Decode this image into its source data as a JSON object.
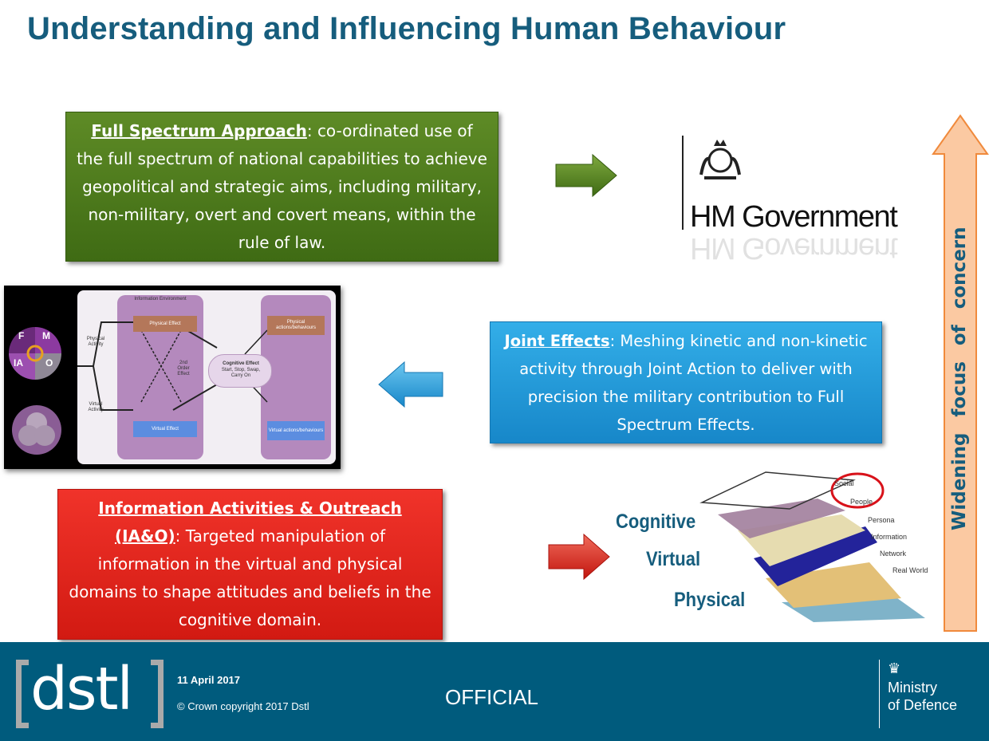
{
  "title": "Understanding and Influencing Human Behaviour",
  "full_spectrum": {
    "heading": "Full Spectrum Approach",
    "body": ": co-ordinated use of the full spectrum of national capabilities to achieve geopolitical and strategic aims, including military, non-military, overt and covert means, within the rule of law."
  },
  "joint_effects": {
    "heading": "Joint Effects",
    "body": ": Meshing  kinetic and non-kinetic activity through Joint Action to deliver with precision the military contribution to  Full Spectrum Effects."
  },
  "ia_o": {
    "heading": "Information Activities & Outreach (IA&O)",
    "body": ": Targeted manipulation of information in the virtual and physical domains to shape attitudes and beliefs in the cognitive domain."
  },
  "hm_government": "HM Government",
  "vertical_label": "Widening focus of concern",
  "diagram": {
    "quadrants": [
      "F",
      "M",
      "IA",
      "O"
    ],
    "environment": "Information Environment",
    "physical_activity": "Physical Activity",
    "virtual_activity": "Virtual Activity",
    "physical_effect": "Physical Effect",
    "virtual_effect": "Virtual Effect",
    "second_order": "2nd Order Effect",
    "cognitive_effect": "Cognitive Effect",
    "cognitive_sub": "Start, Stop, Swap, Carry On",
    "physical_actions": "Physical actions/behaviours",
    "virtual_actions": "Virtual actions/behaviours"
  },
  "layers": {
    "domains": [
      "Cognitive",
      "Virtual",
      "Physical"
    ],
    "tags": [
      "Social",
      "People",
      "Persona",
      "Information",
      "Network",
      "Real World"
    ]
  },
  "footer": {
    "logo": "dstl",
    "date": "11 April 2017",
    "copyright": "© Crown copyright 2017 Dstl",
    "classification": "OFFICIAL",
    "mod_line1": "Ministry",
    "mod_line2": "of Defence"
  },
  "colors": {
    "title": "#165d7d",
    "green": "#4f7a1f",
    "blue": "#1b9ad6",
    "red": "#e5231b",
    "footer": "#005b7d",
    "orange": "#f9b98a"
  }
}
